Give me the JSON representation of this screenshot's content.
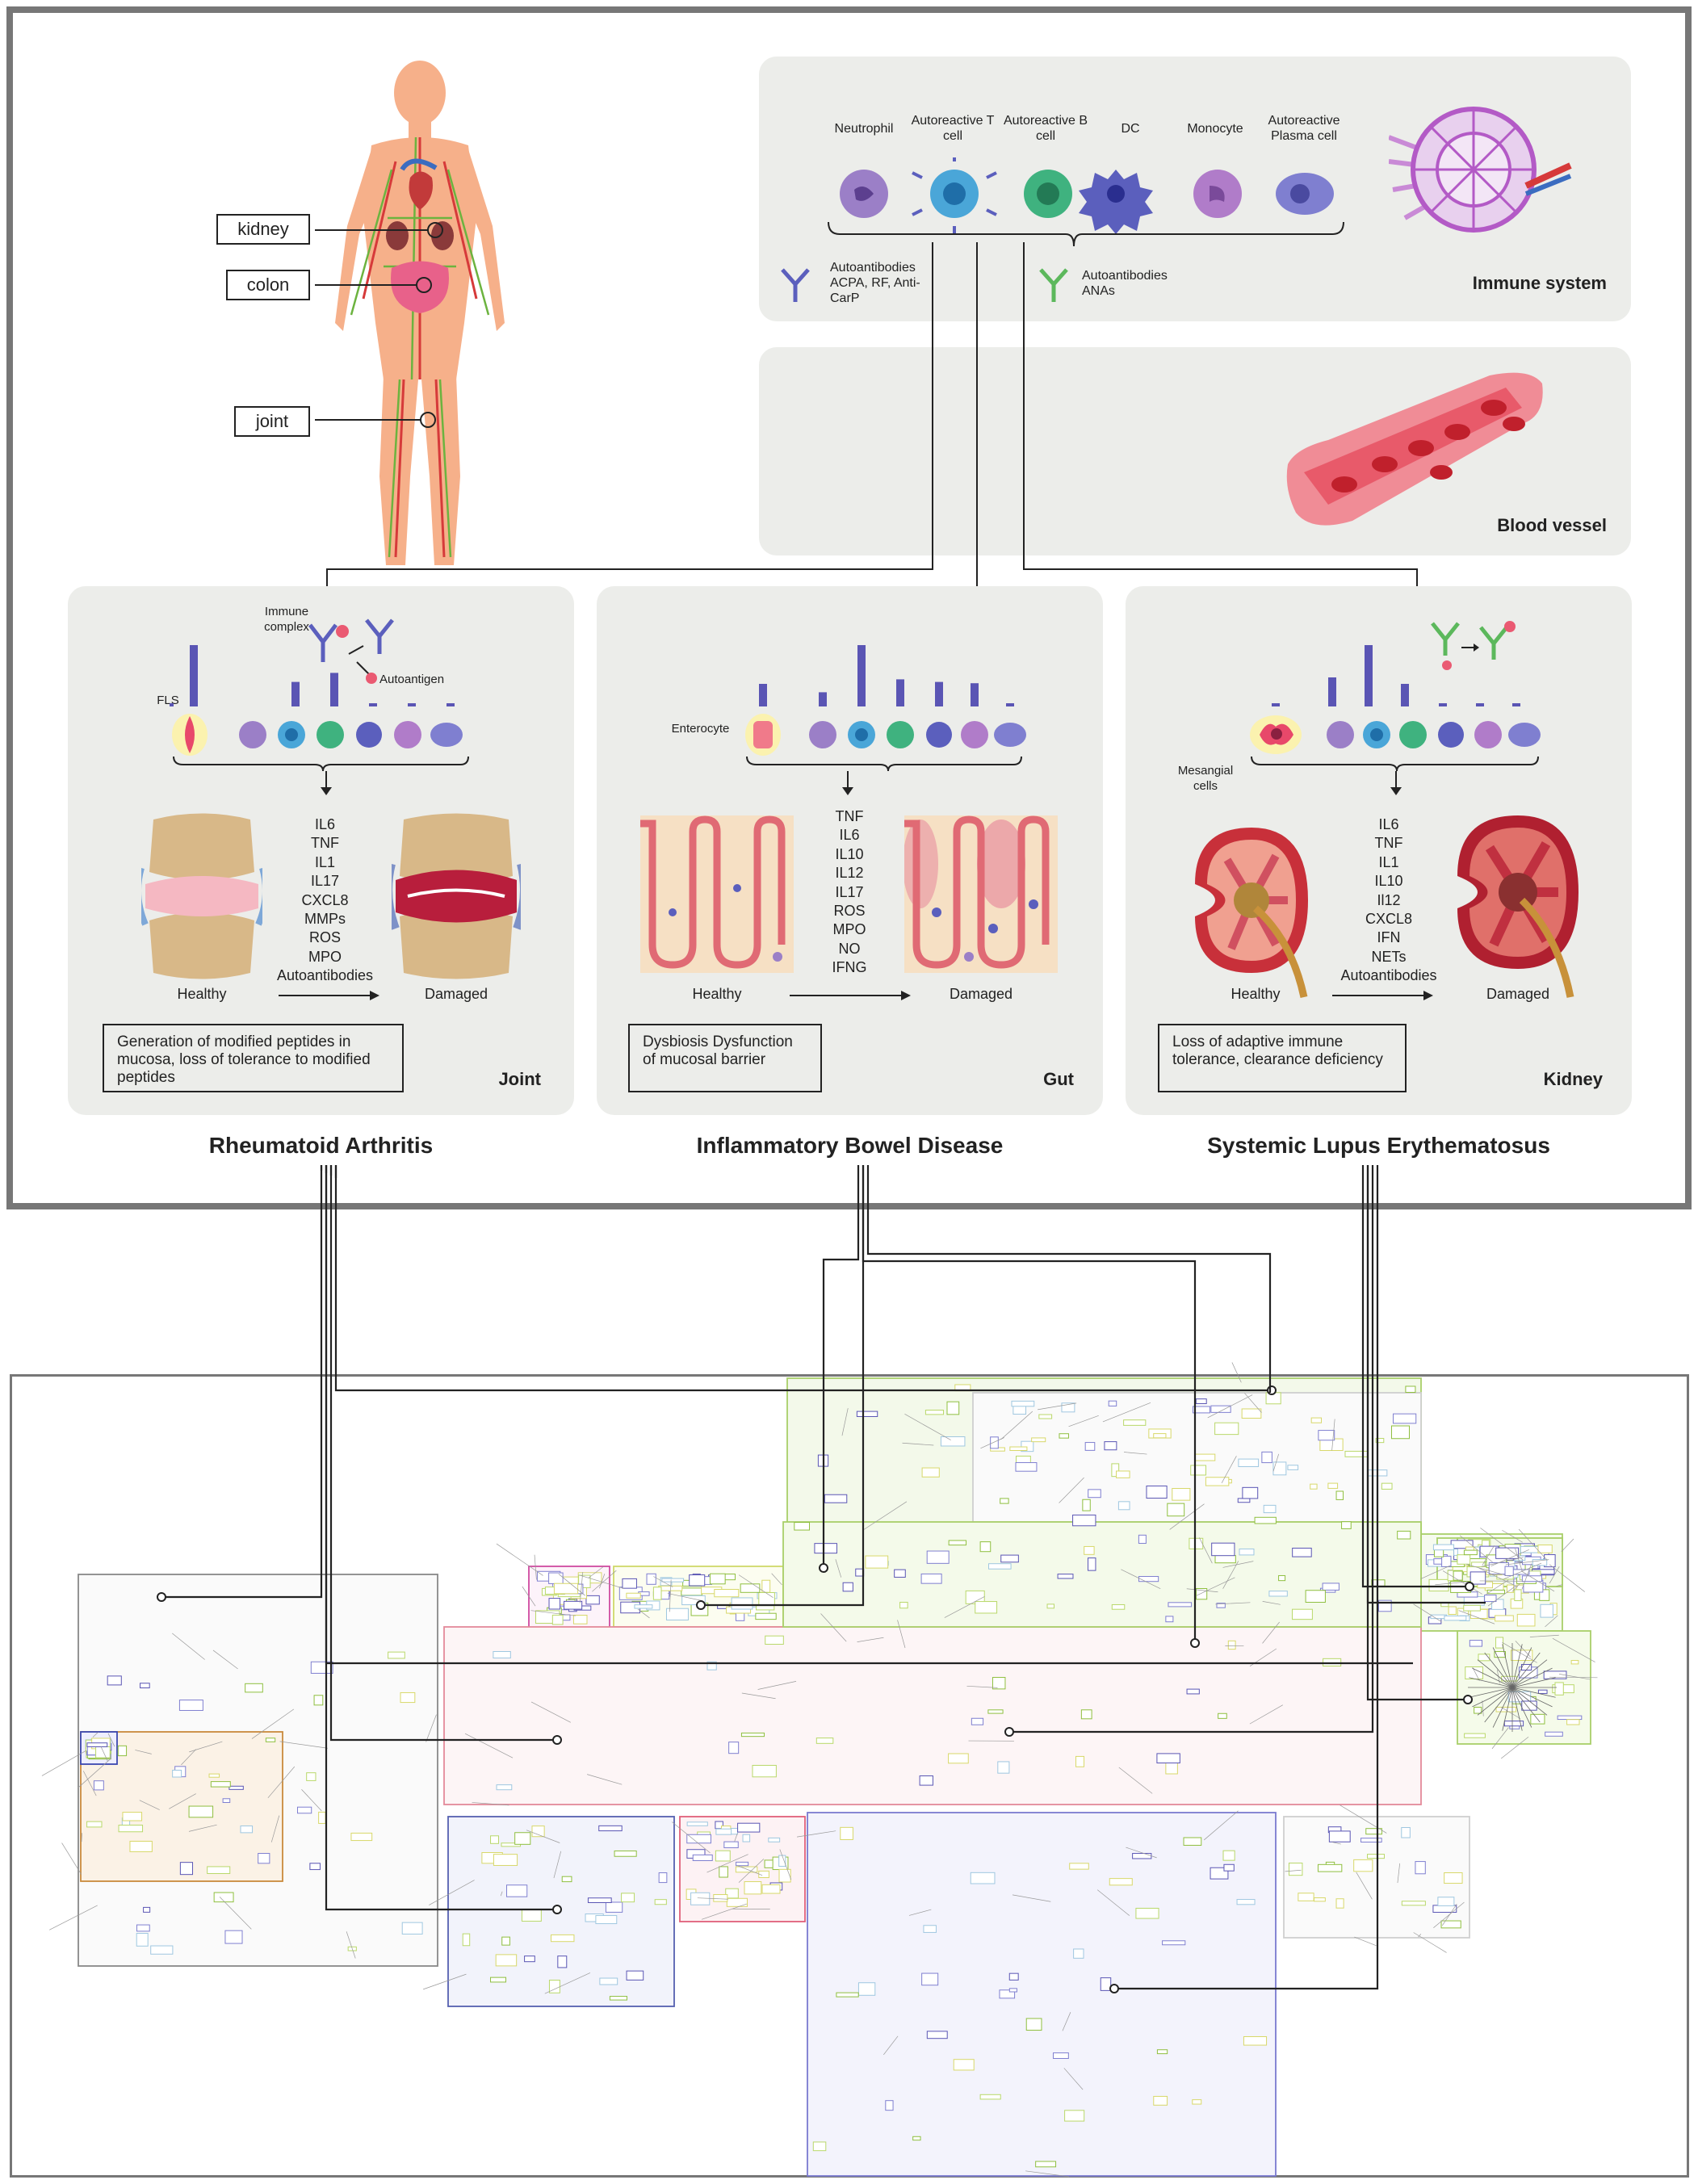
{
  "body_labels": {
    "kidney": "kidney",
    "colon": "colon",
    "joint": "joint"
  },
  "immune": {
    "title": "Immune system",
    "cells": [
      {
        "label": "Neutrophil",
        "color": "#9b7fc7"
      },
      {
        "label": "Autoreactive T cell",
        "color": "#4aa6d8"
      },
      {
        "label": "Autoreactive B cell",
        "color": "#3fb27f"
      },
      {
        "label": "DC",
        "color": "#5b5fbd"
      },
      {
        "label": "Monocyte",
        "color": "#b07cc9"
      },
      {
        "label": "Autoreactive Plasma cell",
        "color": "#7f7fd0"
      }
    ],
    "autoantibodies_ra": "Autoantibodies ACPA, RF, Anti-CarP",
    "autoantibodies_sle": "Autoantibodies ANAs"
  },
  "blood_vessel": {
    "title": "Blood vessel"
  },
  "organs": [
    {
      "key": "joint",
      "title": "Joint",
      "annotations": {
        "immune_complex": "Immune complex",
        "autoantigen": "Autoantigen",
        "cell_type": "FLS"
      },
      "bars": [
        0.95,
        0,
        0.38,
        0.52,
        0.05,
        0.05,
        0.05,
        0.05
      ],
      "mediators": [
        "IL6",
        "TNF",
        "IL1",
        "IL17",
        "CXCL8",
        "MMPs",
        "ROS",
        "MPO",
        "Autoantibodies"
      ],
      "healthy": "Healthy",
      "damaged": "Damaged",
      "note": "Generation of modified peptides in mucosa, loss of tolerance to modified peptides",
      "disease": "Rheumatoid Arthritis"
    },
    {
      "key": "gut",
      "title": "Gut",
      "annotations": {
        "cell_type": "Enterocyte"
      },
      "bars": [
        0.35,
        0.22,
        0.95,
        0.42,
        0.38,
        0.36,
        0.05
      ],
      "mediators": [
        "TNF",
        "IL6",
        "IL10",
        "IL12",
        "IL17",
        "ROS",
        "MPO",
        "NO",
        "IFNG"
      ],
      "healthy": "Healthy",
      "damaged": "Damaged",
      "note": "Dysbiosis Dysfunction of mucosal barrier",
      "disease": "Inflammatory Bowel Disease"
    },
    {
      "key": "kidney",
      "title": "Kidney",
      "annotations": {
        "cell_type": "Mesangial cells"
      },
      "bars": [
        0.05,
        0.45,
        0.95,
        0.35,
        0.05,
        0.05,
        0.05,
        0.15
      ],
      "mediators": [
        "IL6",
        "TNF",
        "IL1",
        "IL10",
        "Il12",
        "CXCL8",
        "IFN",
        "NETs",
        "Autoantibodies"
      ],
      "healthy": "Healthy",
      "damaged": "Damaged",
      "note": "Loss of adaptive immune tolerance, clearance deficiency",
      "disease": "Systemic Lupus Erythematosus"
    }
  ],
  "colors": {
    "panel": "#ecedea",
    "bar": "#5a55b4",
    "frame": "#777777",
    "artery": "#d63a3a",
    "nerve": "#6cb33f"
  }
}
